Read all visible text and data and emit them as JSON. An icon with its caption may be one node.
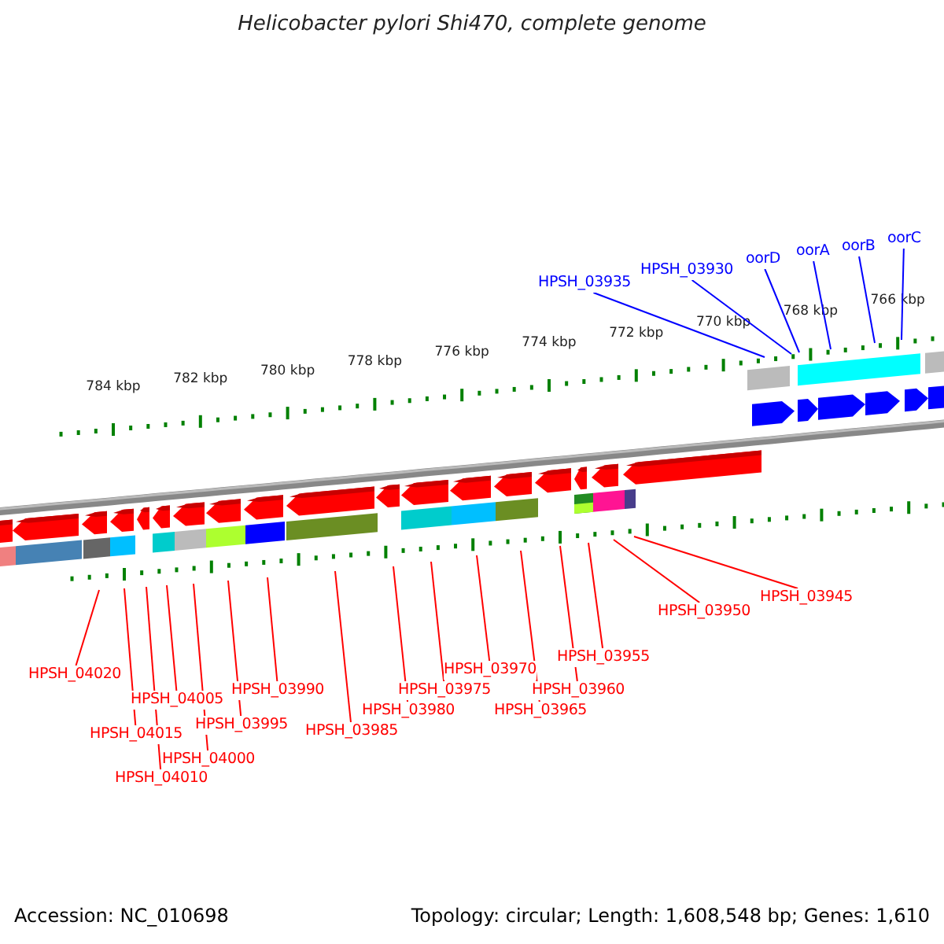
{
  "diagram": {
    "title": "Helicobacter pylori Shi470, complete genome",
    "nodes": [
      {
        "text": [
          "HPSH_03935"
        ]
      },
      {
        "text": [
          "HPSH_03930"
        ]
      },
      {
        "text": [
          "oorD"
        ]
      },
      {
        "text": [
          "oorA"
        ]
      },
      {
        "text": [
          "oorB"
        ]
      },
      {
        "text": [
          "oorC"
        ]
      },
      {
        "text": [
          "HPSH_04020"
        ]
      },
      {
        "text": [
          "HPSH_04015"
        ]
      },
      {
        "text": [
          "HPSH_04010"
        ]
      },
      {
        "text": [
          "HPSH_04005"
        ]
      },
      {
        "text": [
          "HPSH_04000"
        ]
      },
      {
        "text": [
          "HPSH_03995"
        ]
      },
      {
        "text": [
          "HPSH_03990"
        ]
      },
      {
        "text": [
          "HPSH_03985"
        ]
      },
      {
        "text": [
          "HPSH_03980"
        ]
      },
      {
        "text": [
          "HPSH_03975"
        ]
      },
      {
        "text": [
          "HPSH_03970"
        ]
      },
      {
        "text": [
          "HPSH_03965"
        ]
      },
      {
        "text": [
          "HPSH_03960"
        ]
      },
      {
        "text": [
          "HPSH_03955"
        ]
      },
      {
        "text": [
          "HPSH_03950"
        ]
      },
      {
        "text": [
          "HPSH_03945"
        ]
      }
    ],
    "edges": [
      {
        "from": 0,
        "to": null,
        "arrow": "none",
        "color": "#0000ff"
      },
      {
        "from": 1,
        "to": null,
        "arrow": "none",
        "color": "#0000ff"
      },
      {
        "from": 2,
        "to": null,
        "arrow": "none",
        "color": "#0000ff"
      },
      {
        "from": 3,
        "to": null,
        "arrow": "none",
        "color": "#0000ff"
      },
      {
        "from": 4,
        "to": null,
        "arrow": "none",
        "color": "#0000ff"
      },
      {
        "from": 5,
        "to": null,
        "arrow": "none",
        "color": "#0000ff"
      },
      {
        "from": 6,
        "to": null,
        "arrow": "none"
      },
      {
        "from": 7,
        "to": null,
        "arrow": "none"
      },
      {
        "from": 8,
        "to": null,
        "arrow": "none"
      },
      {
        "from": 9,
        "to": null,
        "arrow": "none"
      },
      {
        "from": 10,
        "to": null,
        "arrow": "none"
      },
      {
        "from": 11,
        "to": null,
        "arrow": "none"
      },
      {
        "from": 12,
        "to": null,
        "arrow": "none"
      },
      {
        "from": 13,
        "to": null,
        "arrow": "none"
      },
      {
        "from": 14,
        "to": null,
        "arrow": "none"
      },
      {
        "from": 15,
        "to": null,
        "arrow": "none"
      },
      {
        "from": 16,
        "to": null,
        "arrow": "none"
      },
      {
        "from": 17,
        "to": null,
        "arrow": "none"
      },
      {
        "from": 18,
        "to": null,
        "arrow": "none"
      },
      {
        "from": 19,
        "to": null,
        "arrow": "none"
      },
      {
        "from": 20,
        "to": null,
        "arrow": "none"
      },
      {
        "from": 21,
        "to": null,
        "arrow": "none"
      }
    ],
    "labels": [
      "784 kbp",
      "782 kbp",
      "780 kbp",
      "778 kbp",
      "776 kbp",
      "774 kbp",
      "772 kbp",
      "770 kbp",
      "768 kbp",
      "766 kbp",
      "Accession: NC_010698",
      "Topology: circular; Length: 1,608,548 bp; Genes: 1,610"
    ]
  }
}
